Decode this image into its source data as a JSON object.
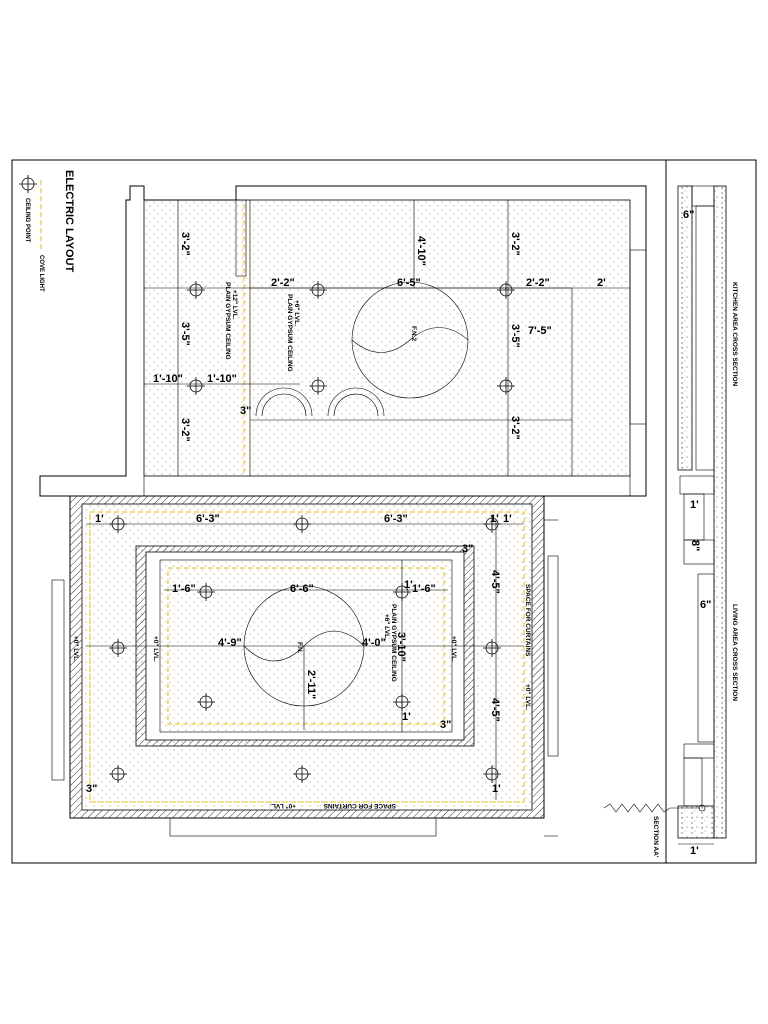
{
  "drawing": {
    "title": "ELECTRIC LAYOUT",
    "legend": [
      {
        "label": "CEILING POINT",
        "symbol": "ceiling-point"
      },
      {
        "label": "COVE LIGHT",
        "symbol": "cove-light"
      }
    ]
  },
  "kitchen": {
    "notes": {
      "ceiling1": "PLAIN GYPSUM CEILING",
      "ceiling1_lvl": "+12\" LVL.",
      "ceiling2": "PLAIN GYPSUM CEILING",
      "ceiling2_lvl": "+6\" LVL.",
      "fan": "F.N.2"
    },
    "dims": {
      "d_3_2_a": "3'-2\"",
      "d_3_5_a": "3'-5\"",
      "d_3_2_b": "3'-2\"",
      "d_2_2_a": "2'-2\"",
      "d_6_5": "6'-5\"",
      "d_2_2_b": "2'-2\"",
      "d_2": "2'",
      "d_4_10": "4'-10\"",
      "d_3_2_c": "3'-2\"",
      "d_3_5_b": "3'-5\"",
      "d_7_5": "7'-5\"",
      "d_3_2_d": "3'-2\"",
      "d_1_10_a": "1'-10\"",
      "d_1_10_b": "1'-10\"",
      "d_3": "3\""
    }
  },
  "living": {
    "notes": {
      "curtain_right": "SPACE FOR CURTAINS",
      "curtain_right_lvl": "+0\" LVL.",
      "curtain_bottom": "SPACE FOR CURTAINS",
      "curtain_bottom_lvl": "+0\" LVL.",
      "ceiling": "PLAIN GYPSUM CEILING",
      "ceiling_lvl": "+6\" LVL.",
      "lvl_left_outer": "+0\" LVL.",
      "lvl_left_inner": "+0\" LVL.",
      "lvl_right_inner": "+0\" LVL.",
      "fan": "F.N."
    },
    "dims": {
      "d_1_a": "1'",
      "d_6_3_a": "6'-3\"",
      "d_6_3_b": "6'-3\"",
      "d_1_b": "1'",
      "d_1_c": "1'",
      "d_3_a": "3\"",
      "d_1_6_a": "1'-6\"",
      "d_6_6": "6'-6\"",
      "d_1_d": "1'",
      "d_1_6_b": "1'-6\"",
      "d_4_5_a": "4'-5\"",
      "d_4_9": "4'-9\"",
      "d_4_0": "4'-0\"",
      "d_3_10": "3'-10\"",
      "d_2_11": "2'-11\"",
      "d_1_e": "1'",
      "d_3_b": "3\"",
      "d_4_5_b": "4'-5\"",
      "d_1_f": "1'",
      "d_3_c": "3\""
    }
  },
  "section": {
    "kitchen_label": "KITCHEN AREA CROSS SECTION",
    "living_label": "LIVING AREA CROSS SECTION",
    "section_label": "SECTION AA'",
    "d_6_a": "6\"",
    "d_1_a": "1'",
    "d_6_b": "6\"",
    "d_8": "8\"",
    "d_1_b": "1'"
  },
  "colors": {
    "cove": "#e6c200",
    "line": "#000000"
  }
}
